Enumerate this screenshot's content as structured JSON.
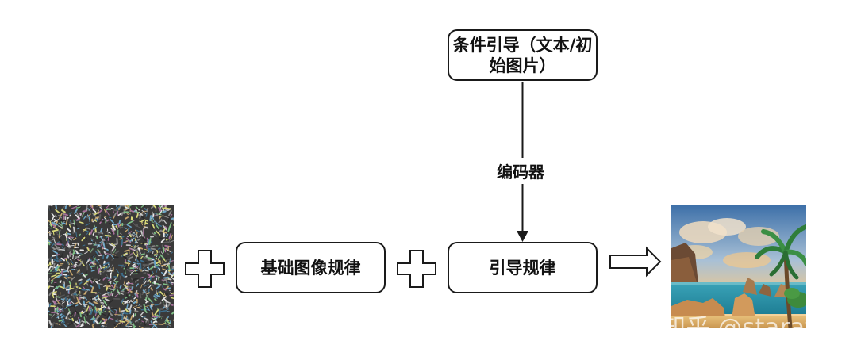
{
  "nodes": {
    "condition": "条件引导（文本/初始图片）",
    "base_rule": "基础图像规律",
    "guide_rule": "引导规律"
  },
  "edge_labels": {
    "encoder": "编码器"
  },
  "images": {
    "noise": "random-noise-image",
    "landscape": "generated-tropical-beach-landscape"
  },
  "watermark": "知乎 @starays",
  "colors": {
    "stroke": "#1a1a1a",
    "background": "#ffffff",
    "text": "#111111"
  }
}
